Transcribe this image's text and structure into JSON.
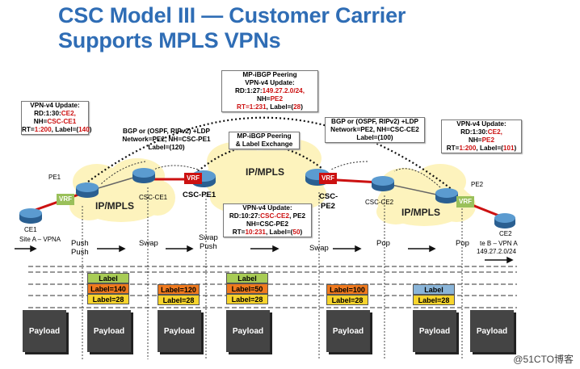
{
  "title": {
    "line1": "CSC Model III — Customer Carrier",
    "line2": "Supports MPLS VPNs"
  },
  "boxes": {
    "mp_peer": {
      "l1": "MP-iBGP Peering",
      "l2": "VPN-v4 Update:",
      "l3a": "RD:1:27:",
      "l3b": "149.27.2.0/24,",
      "l4a": "NH=",
      "l4b": "PE2",
      "l5a": "RT=1:231",
      "l5b": ", Label=(",
      "l5c": "28",
      "l5d": ")"
    },
    "left_update": {
      "l1": "VPN-v4 Update:",
      "l2a": "RD:1:30:",
      "l2b": "CE2,",
      "l3a": "NH=",
      "l3b": "CSC-CE1",
      "l4a": "RT=",
      "l4b": "1:200",
      "l4c": ", Label=(",
      "l4d": "140",
      "l4e": ")"
    },
    "bgp_left": {
      "l1": "BGP or (OSPF, RIPv2) +LDP",
      "l2": "Network=PE2, NH=CSC-PE1",
      "l3": "Label=(120)"
    },
    "mp_label": {
      "l1": "MP-iBGP Peering",
      "l2": "& Label Exchange"
    },
    "bgp_right": {
      "l1": "BGP or (OSPF, RIPv2) +LDP",
      "l2": "Network=PE2, NH=CSC-CE2",
      "l3": "Label=(100)"
    },
    "right_update": {
      "l1": "VPN-v4 Update:",
      "l2a": "RD:1:30:",
      "l2b": "CE2,",
      "l3a": "NH=",
      "l3b": "PE2",
      "l4a": "RT=",
      "l4b": "1:200",
      "l4c": ", Label=(",
      "l4d": "101",
      "l4e": ")"
    },
    "mid_update": {
      "l1": "VPN-v4 Update:",
      "l2a": "RD:10:27:",
      "l2b": "CSC-CE2",
      "l2c": ", PE2",
      "l3": "NH=CSC-PE2",
      "l4a": "RT=",
      "l4b": "10:231",
      "l4c": ", Label=(",
      "l4d": "50",
      "l4e": ")"
    }
  },
  "clouds": {
    "left": "IP/MPLS",
    "center": "IP/MPLS",
    "right": "IP/MPLS"
  },
  "vrf": [
    "VRF",
    "VRF",
    "VRF",
    "VRF"
  ],
  "nodes": {
    "pe1": "PE1",
    "ce1": "CE1",
    "site_a": "Site A – VPNA",
    "csc_ce1": "CSC-CE1",
    "csc_pe1": "CSC-PE1",
    "csc_pe2_a": "CSC-",
    "csc_pe2_b": "PE2",
    "csc_ce2": "CSC-CE2",
    "pe2": "PE2",
    "ce2": "CE2",
    "site_b": "te B – VPN A",
    "site_b_net": "149.27.2.0/24"
  },
  "steps": [
    "Push\nPush",
    "Swap",
    "Swap\nPush",
    "Swap",
    "Pop",
    "Pop"
  ],
  "stacks": [
    {
      "cells": [
        {
          "text": "Label",
          "color": "green"
        },
        {
          "text": "Label=140",
          "color": "orange"
        },
        {
          "text": "Label=28",
          "color": "yellow"
        }
      ]
    },
    {
      "cells": [
        {
          "text": "Label=120",
          "color": "orange"
        },
        {
          "text": "Label=28",
          "color": "yellow"
        }
      ]
    },
    {
      "cells": [
        {
          "text": "Label",
          "color": "green"
        },
        {
          "text": "Label=50",
          "color": "orange"
        },
        {
          "text": "Label=28",
          "color": "yellow"
        }
      ]
    },
    {
      "cells": [
        {
          "text": "Label=100",
          "color": "orange"
        },
        {
          "text": "Label=28",
          "color": "yellow"
        }
      ]
    },
    {
      "cells": [
        {
          "text": "Label",
          "color": "blue"
        },
        {
          "text": "Label=28",
          "color": "yellow"
        }
      ]
    }
  ],
  "payload_label": "Payload",
  "watermark": "@51CTO博客",
  "colors": {
    "title": "#2f6db5",
    "router": "#3f7fb8",
    "vrf_red": "#cc1111",
    "vrf_green": "#9ac05a",
    "cloud": "#fdf3bd"
  }
}
